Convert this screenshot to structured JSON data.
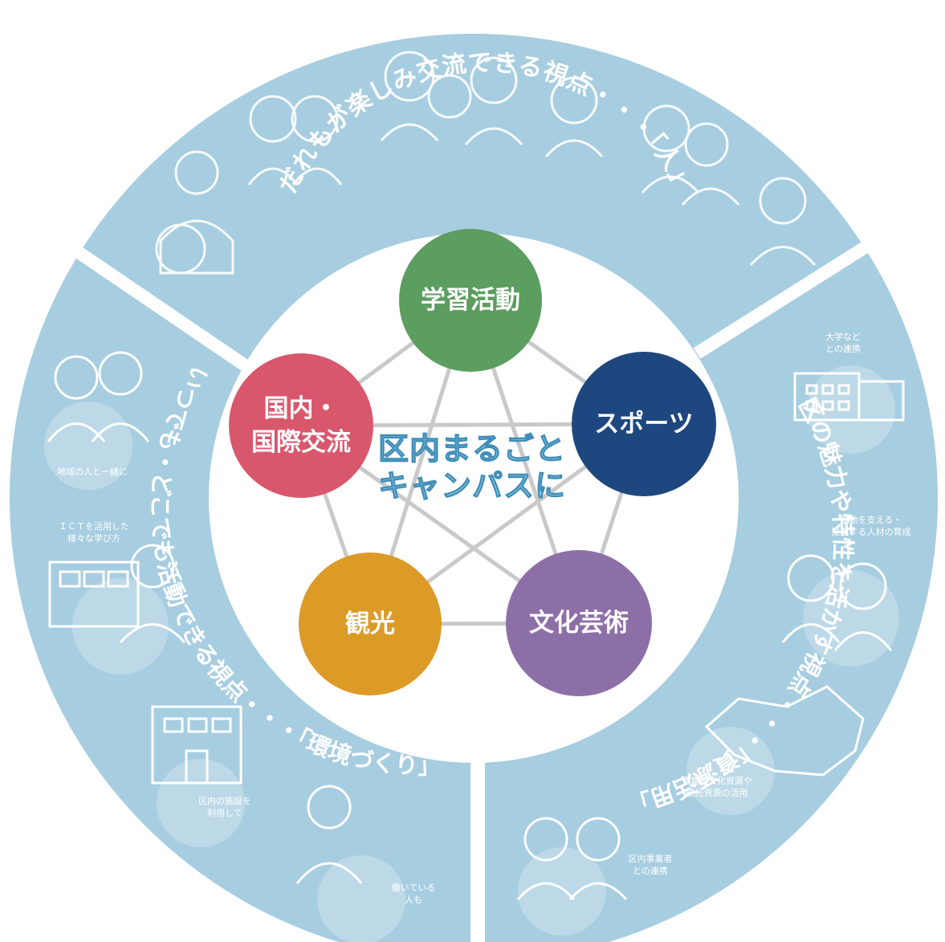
{
  "diagram": {
    "center_title": [
      "区内まるごと",
      "キャンパスに"
    ],
    "nodes": [
      {
        "label": "学習活動",
        "color": "#5b9e5f"
      },
      {
        "label": "スポーツ",
        "color": "#1e477f"
      },
      {
        "label": "文化芸術",
        "color": "#8d6fa8"
      },
      {
        "label": "観光",
        "color": "#dc9a26"
      },
      {
        "label": "国内・国際交流",
        "label_lines": [
          "国内・",
          "国際交流"
        ],
        "color": "#d9576c"
      }
    ],
    "ring": {
      "color": "#a7cde0",
      "sections": [
        {
          "name": "people",
          "text": "だれもが楽しみ交流できる視点・・・「人」"
        },
        {
          "name": "resources",
          "text": "区の魅力や特性を活かす視点・・・「資源活用」"
        },
        {
          "name": "environment",
          "text": "いつでも・どこでも活動できる視点・・・「環境づくり」"
        }
      ]
    },
    "captions": {
      "university": "大学など\nとの連携",
      "support": "活動を支える・\n推進する人材の育成",
      "culture": "豊富な文化資源や\n観光資源の活用",
      "business": "区内事業者\nとの連携",
      "local": "地域の人と一緒に",
      "ict": "ＩＣＴを活用した\n様々な学び方",
      "facilities": "区内の施設を\n利用して",
      "workers": "働いている\n人も"
    }
  }
}
